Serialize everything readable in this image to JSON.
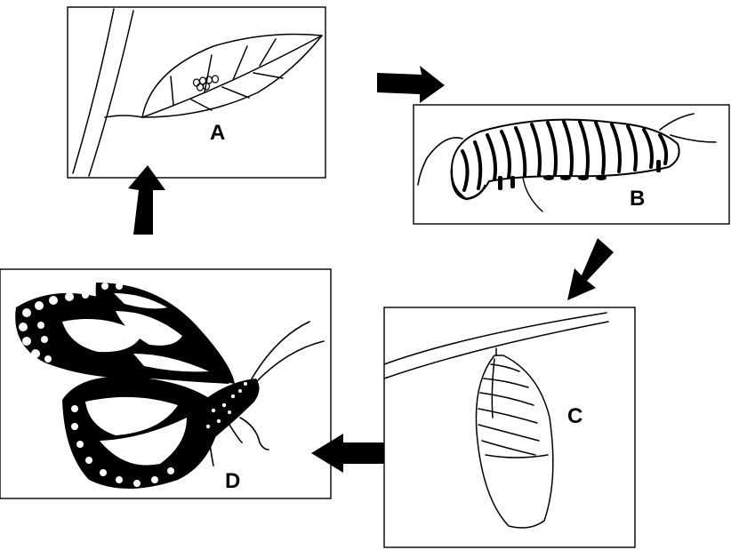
{
  "diagram": {
    "stages": [
      {
        "id": "egg",
        "label": "A"
      },
      {
        "id": "caterpillar",
        "label": "B"
      },
      {
        "id": "chrysalis",
        "label": "C"
      },
      {
        "id": "butterfly",
        "label": "D"
      }
    ],
    "arrows": [
      {
        "from": "A",
        "to": "B"
      },
      {
        "from": "B",
        "to": "C"
      },
      {
        "from": "C",
        "to": "D"
      },
      {
        "from": "D",
        "to": "A"
      }
    ],
    "colors": {
      "ink": "#000000",
      "background": "#ffffff"
    }
  }
}
